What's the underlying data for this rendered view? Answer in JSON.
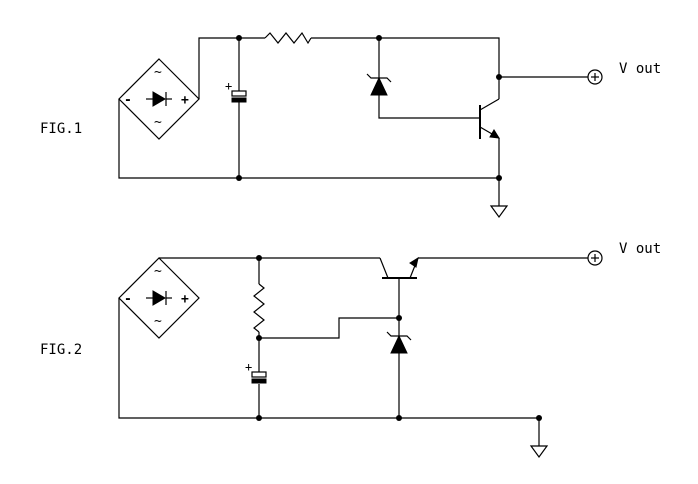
{
  "figures": [
    {
      "label": "FIG.1",
      "output_label": "V out",
      "bridge": {
        "minus": "-",
        "plus": "+",
        "ac_symbol": "~"
      },
      "capacitor_polarity": "+"
    },
    {
      "label": "FIG.2",
      "output_label": "V out",
      "bridge": {
        "minus": "-",
        "plus": "+",
        "ac_symbol": "~"
      },
      "capacitor_polarity": "+"
    }
  ],
  "colors": {
    "ink": "#000000",
    "background": "#ffffff"
  }
}
